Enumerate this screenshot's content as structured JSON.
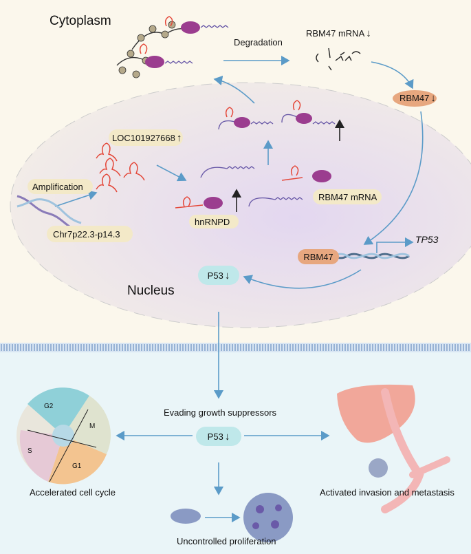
{
  "regions": {
    "cytoplasm": "Cytoplasm",
    "nucleus": "Nucleus"
  },
  "labels": {
    "degradation": "Degradation",
    "rbm47_mrna_top": "RBM47 mRNA",
    "rbm47_protein": "RBM47",
    "loc": "LOC101927668",
    "amplification": "Amplification",
    "chr": "Chr7p22.3-p14.3",
    "hnrnpd": "hnRNPD",
    "rbm47_mrna_nuc": "RBM47 mRNA",
    "rbm47_nuc": "RBM47",
    "tp53": "TP53",
    "p53_nuc": "P53",
    "evading": "Evading growth suppressors",
    "p53_bottom": "P53",
    "cell_cycle": "Accelerated cell cycle",
    "invasion": "Activated invasion and metastasis",
    "proliferation": "Uncontrolled proliferation",
    "phase_g2": "G2",
    "phase_m": "M",
    "phase_s": "S",
    "phase_g1": "G1"
  },
  "arrows": {
    "down": "↓",
    "up": "↑"
  },
  "colors": {
    "cytoplasm_bg": "#fbf7ec",
    "nucleus_fill": "#ece5f3",
    "extracell_bg": "#eaf5f8",
    "membrane": "#6c8fbf",
    "arrow": "#5b9bc8",
    "rna": "#e4483a",
    "protein": "#9b3d8f",
    "tail": "#6a5aa8",
    "p53_pill": "#bfe8ea",
    "rbm47_pill": "#e7a77f",
    "label_cloud": "#f3e9c8",
    "g2": "#8fd0d8",
    "m": "#dfe3cf",
    "s": "#e6c9d6",
    "g1": "#f3c490",
    "liver": "#f1a79a",
    "vessel": "#f3b6b6"
  }
}
